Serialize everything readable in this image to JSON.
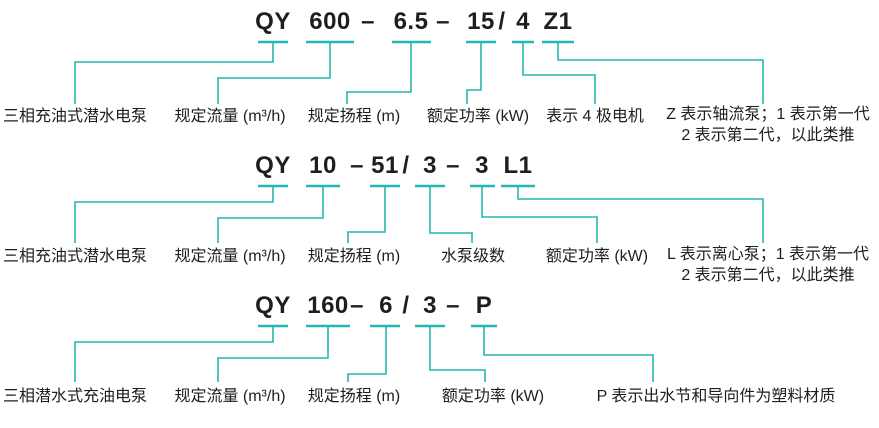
{
  "colors": {
    "line_teal": "#26b5b0",
    "text_dark": "#1e1e1e"
  },
  "diagrams": [
    {
      "model_code": "QY 600 – 6.5 – 15 / 4 Z1",
      "tokens": [
        "QY",
        "600",
        "–",
        "6.5",
        "–",
        "15",
        "/",
        "4",
        "Z1"
      ],
      "labels": {
        "pump_type": "三相充油式潜水电泵",
        "flow": "规定流量 (m³/h)",
        "head": "规定扬程 (m)",
        "power": "额定功率 (kW)",
        "pole": "表示 4 极电机",
        "suffix_line1": "Z 表示轴流泵；1 表示第一代",
        "suffix_line2": "2 表示第二代，以此类推"
      }
    },
    {
      "model_code": "QY 10 – 51/ 3 – 3 L1",
      "tokens": [
        "QY",
        "10",
        "–",
        "51",
        "/",
        "3",
        "–",
        "3",
        "L1"
      ],
      "labels": {
        "pump_type": "三相充油式潜水电泵",
        "flow": "规定流量 (m³/h)",
        "head": "规定扬程 (m)",
        "stages": "水泵级数",
        "power": "额定功率 (kW)",
        "suffix_line1": "L 表示离心泵；1 表示第一代",
        "suffix_line2": "2 表示第二代，以此类推"
      }
    },
    {
      "model_code": "QY 160 – 6/ 3 – P",
      "tokens": [
        "QY",
        "160",
        "–",
        "6",
        "/",
        "3",
        "–",
        "P"
      ],
      "labels": {
        "pump_type": "三相潜水式充油电泵",
        "flow": "规定流量 (m³/h)",
        "head": "规定扬程 (m)",
        "power": "额定功率 (kW)",
        "suffix": "P 表示出水节和导向件为塑料材质"
      }
    }
  ]
}
